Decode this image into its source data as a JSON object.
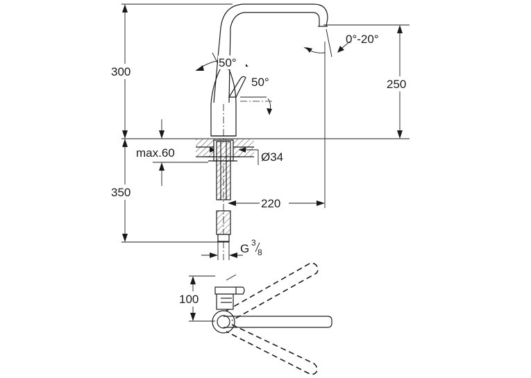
{
  "drawing": {
    "dimensions": {
      "total_height": "300",
      "spout_height": "250",
      "handle_angle_top": "50°",
      "handle_angle_side": "50°",
      "spout_tilt": "0°-20°",
      "max_deck_thickness": "max.60",
      "hole_diameter": "Ø34",
      "below_deck": "350",
      "spout_reach": "220",
      "connection_prefix": "G",
      "connection_numerator": "3",
      "connection_denominator": "8",
      "plan_depth": "100"
    }
  }
}
